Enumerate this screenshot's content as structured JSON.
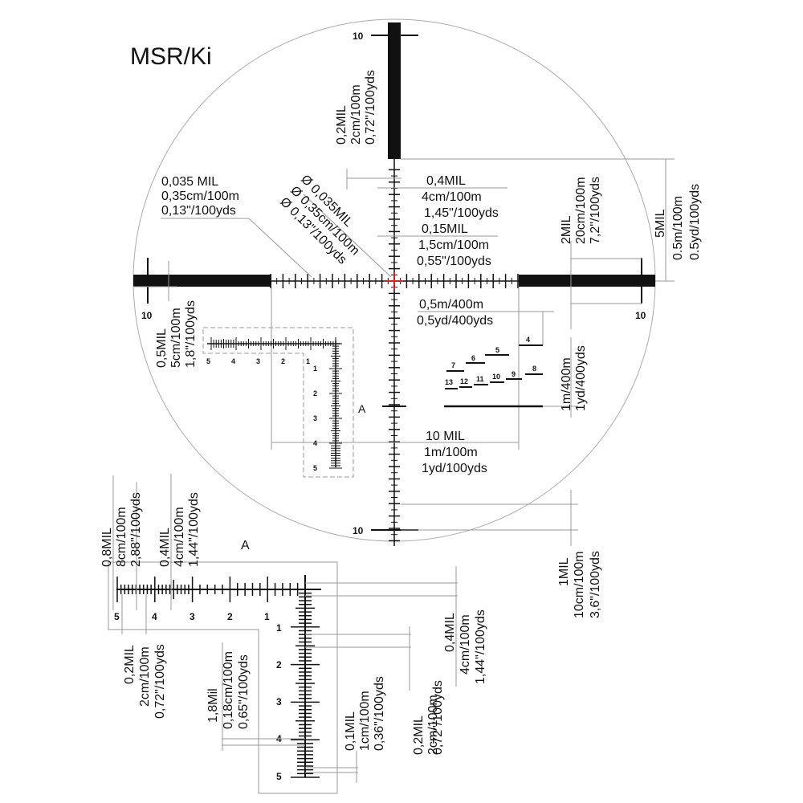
{
  "title": "MSR/Ki",
  "detail_letter": "A",
  "crosshair_labels": {
    "top": "10",
    "bottom": "10",
    "left": "10",
    "right": "10"
  },
  "callouts": {
    "post_width": [
      "0,2MIL",
      "2cm/100m",
      "0,72\"/100yds"
    ],
    "thin_line_h": [
      "0,035 MIL",
      "0,35cm/100m",
      "0,13\"/100yds"
    ],
    "thin_line_diag": [
      "Ø 0,035MIL",
      "Ø 0,35cm/100m",
      "Ø 0,13\"/100yds"
    ],
    "tick_04": [
      "0,4MIL",
      "4cm/100m",
      "1,45\"/100yds"
    ],
    "tick_015": [
      "0,15MIL",
      "1,5cm/100m",
      "0,55\"/100yds"
    ],
    "post_height": [
      "2MIL",
      "20cm/100m",
      "7,2\"/100yds"
    ],
    "post_gap": [
      "5MIL",
      "0.5m/100m",
      "0.5yd/100yds"
    ],
    "left_post": [
      "0,5MIL",
      "5cm/100m",
      "1,8\"/100yds"
    ],
    "range_step": [
      "0,5m/400m",
      "0,5yd/400yds"
    ],
    "range_bar": [
      "1m/400m",
      "1yd/400yds"
    ],
    "ten_mil": [
      "10 MIL",
      "1m/100m",
      "1yd/100yds"
    ],
    "one_mil": [
      "1MIL",
      "10cm/100m",
      "3,6\"/100yds"
    ]
  },
  "rangefinder_numbers": [
    "4",
    "5",
    "6",
    "7",
    "8",
    "9",
    "10",
    "11",
    "12",
    "13"
  ],
  "mini_scale": {
    "h_numbers": [
      "5",
      "4",
      "3",
      "2",
      "1"
    ],
    "v_numbers": [
      "1",
      "2",
      "3",
      "4",
      "5"
    ]
  },
  "detail": {
    "h_numbers": [
      "5",
      "4",
      "3",
      "2",
      "1"
    ],
    "v_numbers": [
      "1",
      "2",
      "3",
      "4",
      "5"
    ],
    "callouts": {
      "big_tick": [
        "0,8MIL",
        "8cm/100m",
        "2,88\"/100yds"
      ],
      "mid_tick": [
        "0,4MIL",
        "4cm/100m",
        "1,44\"/100yds"
      ],
      "small_tick": [
        "0,2MIL",
        "2cm/100m",
        "0,72\"/100yds"
      ],
      "v_long": [
        "0,4MIL",
        "4cm/100m",
        "1,44\"/100yds"
      ],
      "v_short": [
        "0,2MIL",
        "2cm/100m",
        "0,72\"/100yds"
      ],
      "v_min": [
        "0,1MIL",
        "1cm/100m",
        "0,36\"/100yds"
      ],
      "space": [
        "1,8Mil",
        "0,18cm/100m",
        "0,65\"/100yds"
      ]
    }
  },
  "colors": {
    "ink": "#111111",
    "center_dot": "#e0201c",
    "dimension": "#999999"
  }
}
